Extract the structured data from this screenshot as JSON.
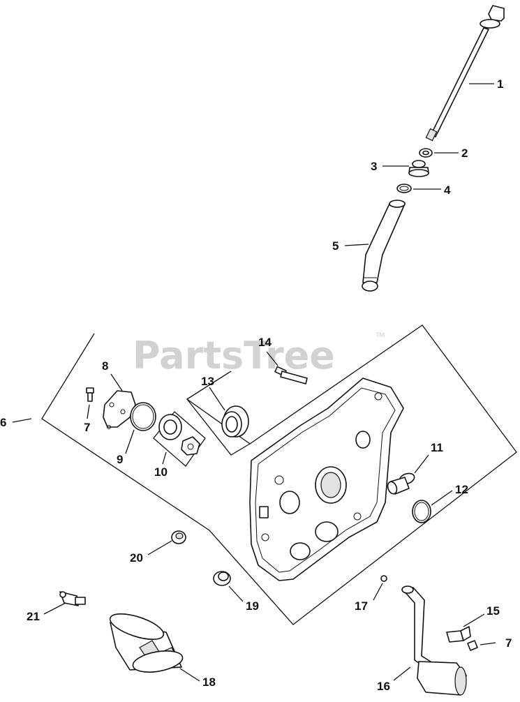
{
  "watermark": {
    "text": "PartsTree",
    "tm": "TM"
  },
  "callouts": {
    "c1": "1",
    "c2": "2",
    "c3": "3",
    "c4": "4",
    "c5": "5",
    "c6": "6",
    "c7a": "7",
    "c7b": "7",
    "c8": "8",
    "c9": "9",
    "c10": "10",
    "c11": "11",
    "c12": "12",
    "c13": "13",
    "c14": "14",
    "c15": "15",
    "c16": "16",
    "c17": "17",
    "c18": "18",
    "c19": "19",
    "c20": "20",
    "c21": "21"
  }
}
